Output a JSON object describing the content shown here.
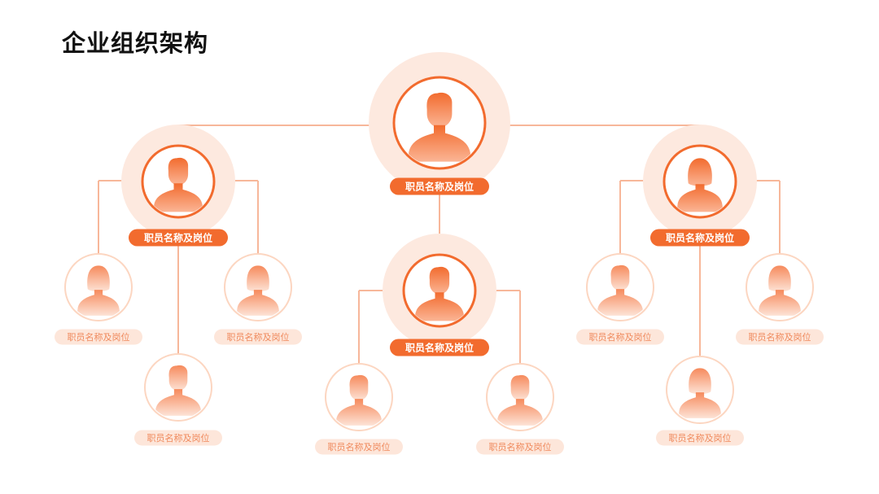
{
  "title": "企业组织架构",
  "colors": {
    "primary": "#f26b2e",
    "light": "#fcd6c1",
    "halo": "#fde9df",
    "pill_light": "#fde6da",
    "pill_text_light": "#f08a5d",
    "line": "#f7b79a"
  },
  "nodes": [
    {
      "id": "ceo",
      "label": "职员名称及岗位",
      "level": "primary",
      "gender": "male"
    },
    {
      "id": "left-manager",
      "label": "职员名称及岗位",
      "level": "primary",
      "gender": "male"
    },
    {
      "id": "center-manager",
      "label": "职员名称及岗位",
      "level": "primary",
      "gender": "male"
    },
    {
      "id": "right-manager",
      "label": "职员名称及岗位",
      "level": "primary",
      "gender": "female"
    },
    {
      "id": "left-staff-1",
      "label": "职员名称及岗位",
      "level": "staff",
      "gender": "female"
    },
    {
      "id": "left-staff-2",
      "label": "职员名称及岗位",
      "level": "staff",
      "gender": "male"
    },
    {
      "id": "left-staff-3",
      "label": "职员名称及岗位",
      "level": "staff",
      "gender": "female"
    },
    {
      "id": "center-staff-1",
      "label": "职员名称及岗位",
      "level": "staff",
      "gender": "male"
    },
    {
      "id": "center-staff-2",
      "label": "职员名称及岗位",
      "level": "staff",
      "gender": "male"
    },
    {
      "id": "right-staff-1",
      "label": "职员名称及岗位",
      "level": "staff",
      "gender": "male"
    },
    {
      "id": "right-staff-2",
      "label": "职员名称及岗位",
      "level": "staff",
      "gender": "female"
    },
    {
      "id": "right-staff-3",
      "label": "职员名称及岗位",
      "level": "staff",
      "gender": "female"
    }
  ]
}
